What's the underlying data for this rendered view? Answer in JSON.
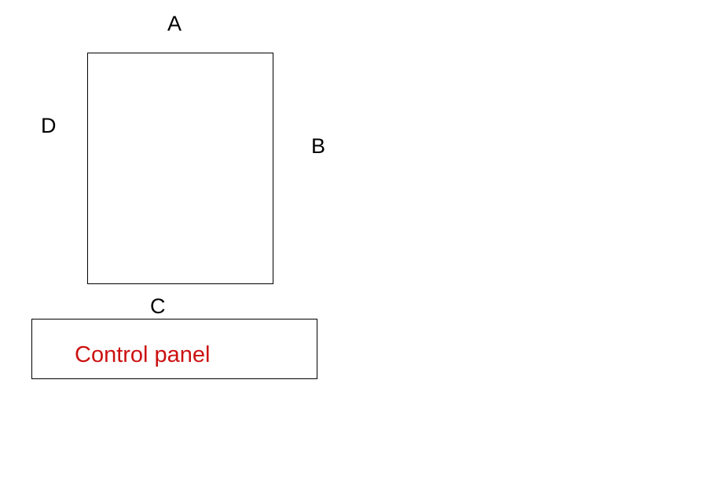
{
  "diagram": {
    "main_box": {
      "side_labels": {
        "top": "A",
        "right": "B",
        "bottom": "C",
        "left": "D"
      }
    },
    "control_panel": {
      "label": "Control panel",
      "color": "#cc1111"
    }
  }
}
